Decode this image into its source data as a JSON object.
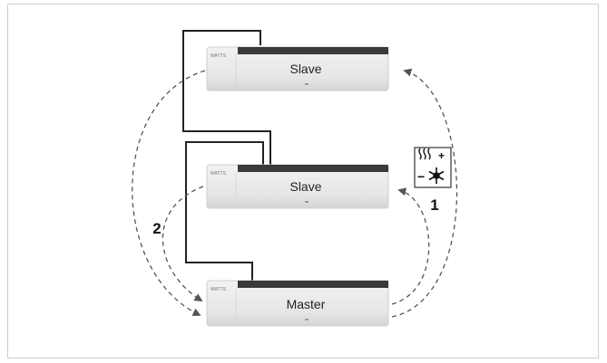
{
  "units": [
    {
      "id": "top",
      "label": "Slave",
      "brand": "WATTS"
    },
    {
      "id": "middle",
      "label": "Slave",
      "brand": "WATTS"
    },
    {
      "id": "bottom",
      "label": "Master",
      "brand": "WATTS"
    }
  ],
  "markers": {
    "step1": "1",
    "step2": "2"
  },
  "heat_cool_icon": {
    "name": "heat-cool-switch-icon",
    "plus": "+",
    "minus": "−"
  },
  "colors": {
    "device_body": "#e9e9e9",
    "device_bar": "#3a3a3a",
    "wire": "#222222",
    "arrow": "#555555"
  }
}
